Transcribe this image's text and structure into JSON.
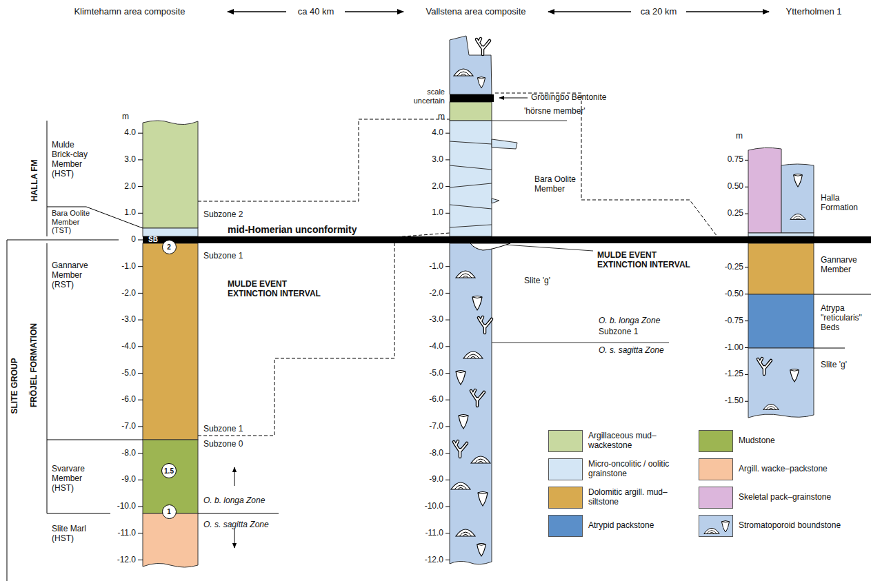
{
  "diagram": {
    "nodes": [
      {
        "text": [
          "2"
        ]
      },
      {
        "text": [
          "1.5"
        ]
      },
      {
        "text": [
          "1"
        ]
      }
    ],
    "labels": [
      "Klimtehamn area composite",
      "ca 40 km",
      "Vallstena area composite",
      "ca 20 km",
      "Ytterholmen 1",
      "HALLA FM",
      "SLITE GROUP",
      "FRÖJEL FORMATION",
      "Mulde Brick-clay Member (HST)",
      "Bara Oolite Member (TST)",
      "Gannarve Member (RST)",
      "Svarvare Member (HST)",
      "Slite Marl (HST)",
      "m",
      "4.0",
      "3.0",
      "2.0",
      "1.0",
      "0",
      "-1.0",
      "-2.0",
      "-3.0",
      "-4.0",
      "-5.0",
      "-6.0",
      "-7.0",
      "-8.0",
      "-9.0",
      "-10.0",
      "-11.0",
      "-12.0",
      "SB",
      "mid-Homerian unconformity",
      "Subzone 2",
      "Subzone 1",
      "MULDE EVENT EXTINCTION INTERVAL",
      "Subzone 1",
      "Subzone 0",
      "O. b. longa Zone",
      "O. s. sagitta Zone",
      "scale uncertain",
      "Grötlingbo Bentonite",
      "'hörsne member'",
      "m",
      "4.0",
      "3.0",
      "2.0",
      "1.0",
      "-1.0",
      "-2.0",
      "-3.0",
      "-4.0",
      "-5.0",
      "-6.0",
      "-7.0",
      "-8.0",
      "-9.0",
      "-10.0",
      "-11.0",
      "-12.0",
      "Bara Oolite Member",
      "Slite 'g'",
      "MULDE EVENT EXTINCTION INTERVAL",
      "O. b. longa Zone",
      "Subzone 1",
      "O. s. sagitta Zone",
      "m",
      "0.75",
      "0.50",
      "0.25",
      "-0.25",
      "-0.50",
      "-0.75",
      "-1.00",
      "-1.25",
      "-1.50",
      "Halla Formation",
      "Gannarve Member",
      "Atrypa \"reticularis\" Beds",
      "Slite 'g'"
    ],
    "legend": [
      {
        "text": "Argillaceous mud–wackestone",
        "color": "#c8d9a0"
      },
      {
        "text": "Mudstone",
        "color": "#9db552"
      },
      {
        "text": "Micro-oncolitic / oolitic grainstone",
        "color": "#d4e6f5"
      },
      {
        "text": "Argill. wacke–packstone",
        "color": "#f8c49f"
      },
      {
        "text": "Dolomitic argill. mud–siltstone",
        "color": "#d8aa4f"
      },
      {
        "text": "Skeletal pack–grainstone",
        "color": "#dcb6dc"
      },
      {
        "text": "Atrypid packstone",
        "color": "#5b8fc9"
      },
      {
        "text": "Stromatoporoid boundstone",
        "color": "#b9cfea"
      }
    ]
  }
}
